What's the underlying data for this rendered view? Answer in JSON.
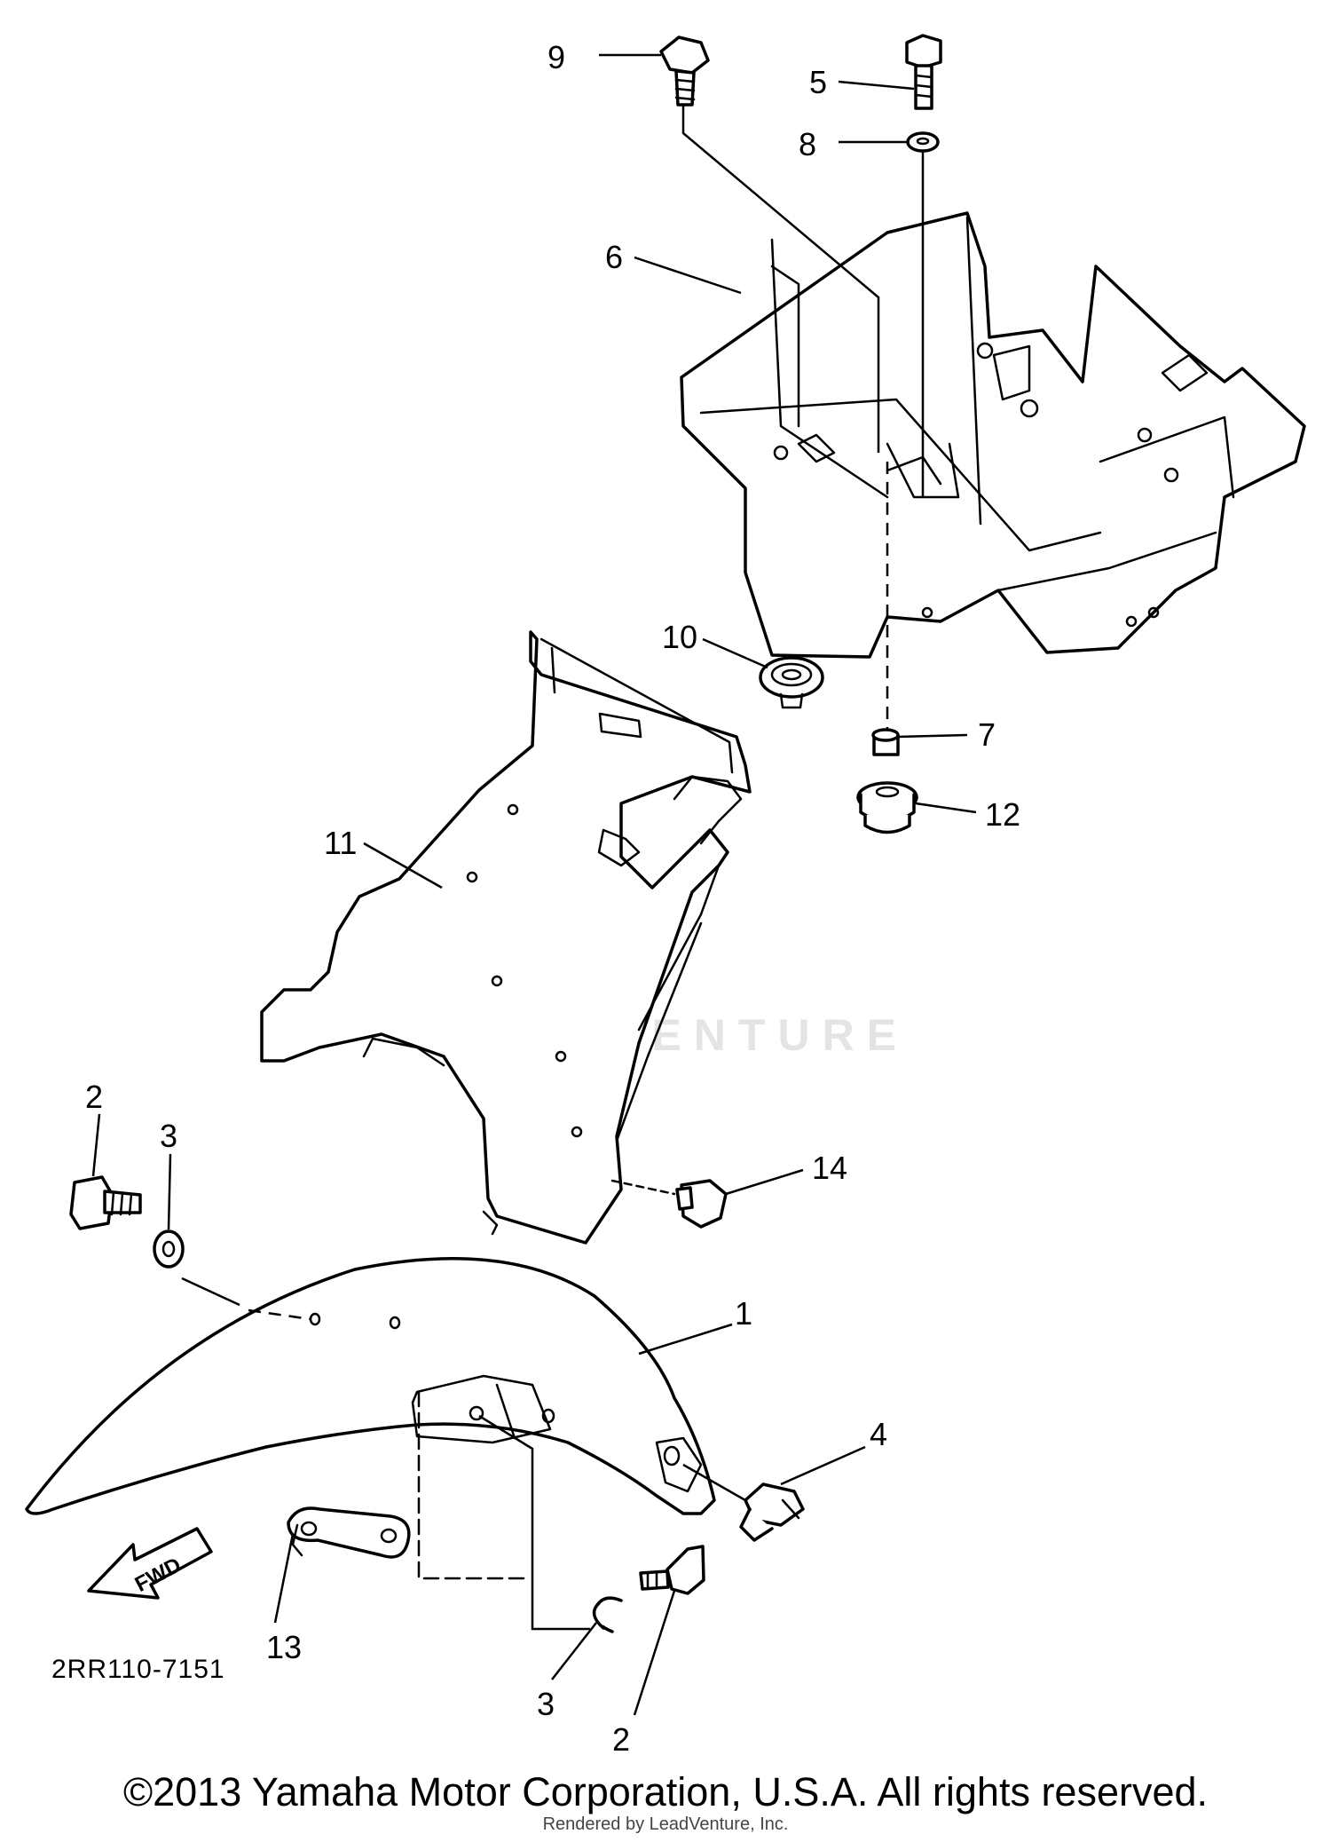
{
  "diagram": {
    "figure_code": "2RR110-7151",
    "fwd_label": "FWD",
    "watermark": "LEADVENTURE",
    "callouts": [
      {
        "id": "c1",
        "label": "1"
      },
      {
        "id": "c2a",
        "label": "2"
      },
      {
        "id": "c2b",
        "label": "2"
      },
      {
        "id": "c3a",
        "label": "3"
      },
      {
        "id": "c3b",
        "label": "3"
      },
      {
        "id": "c4",
        "label": "4"
      },
      {
        "id": "c5",
        "label": "5"
      },
      {
        "id": "c6",
        "label": "6"
      },
      {
        "id": "c7",
        "label": "7"
      },
      {
        "id": "c8",
        "label": "8"
      },
      {
        "id": "c9",
        "label": "9"
      },
      {
        "id": "c10",
        "label": "10"
      },
      {
        "id": "c11",
        "label": "11"
      },
      {
        "id": "c12",
        "label": "12"
      },
      {
        "id": "c13",
        "label": "13"
      },
      {
        "id": "c14",
        "label": "14"
      }
    ]
  },
  "footer": {
    "copyright": "©2013 Yamaha Motor Corporation, U.S.A. All rights reserved.",
    "rendered_by": "Rendered by LeadVenture, Inc."
  }
}
